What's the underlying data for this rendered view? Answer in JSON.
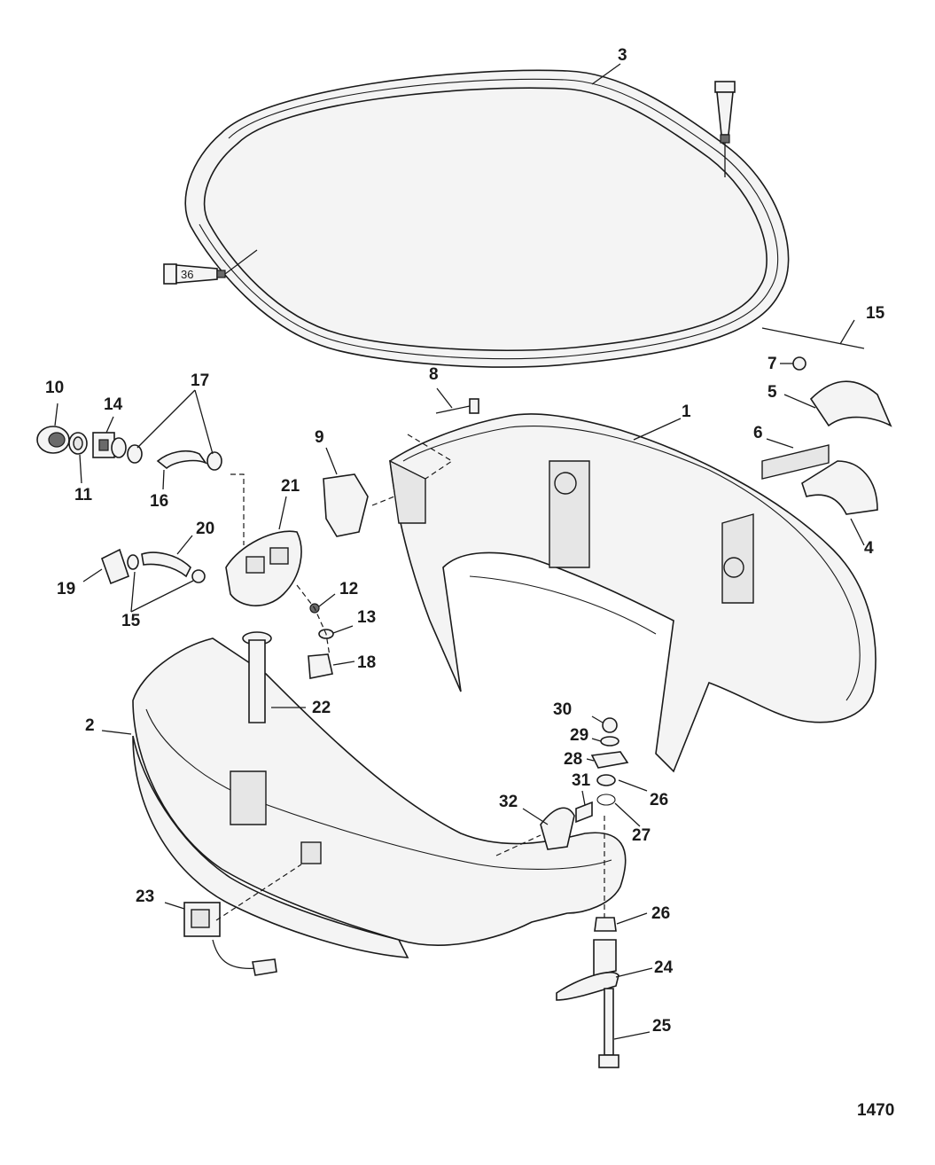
{
  "figure_number": "1470",
  "sealant_tube_label": "36",
  "callouts": [
    {
      "id": "c1",
      "text": "1"
    },
    {
      "id": "c2",
      "text": "2"
    },
    {
      "id": "c3",
      "text": "3"
    },
    {
      "id": "c4",
      "text": "4"
    },
    {
      "id": "c5",
      "text": "5"
    },
    {
      "id": "c6",
      "text": "6"
    },
    {
      "id": "c7",
      "text": "7"
    },
    {
      "id": "c8",
      "text": "8"
    },
    {
      "id": "c9",
      "text": "9"
    },
    {
      "id": "c10",
      "text": "10"
    },
    {
      "id": "c11",
      "text": "11"
    },
    {
      "id": "c12",
      "text": "12"
    },
    {
      "id": "c13",
      "text": "13"
    },
    {
      "id": "c14",
      "text": "14"
    },
    {
      "id": "c15a",
      "text": "15"
    },
    {
      "id": "c15b",
      "text": "15"
    },
    {
      "id": "c16",
      "text": "16"
    },
    {
      "id": "c17",
      "text": "17"
    },
    {
      "id": "c18",
      "text": "18"
    },
    {
      "id": "c19",
      "text": "19"
    },
    {
      "id": "c20",
      "text": "20"
    },
    {
      "id": "c21",
      "text": "21"
    },
    {
      "id": "c22",
      "text": "22"
    },
    {
      "id": "c23",
      "text": "23"
    },
    {
      "id": "c24",
      "text": "24"
    },
    {
      "id": "c25",
      "text": "25"
    },
    {
      "id": "c26a",
      "text": "26"
    },
    {
      "id": "c26b",
      "text": "26"
    },
    {
      "id": "c27",
      "text": "27"
    },
    {
      "id": "c28",
      "text": "28"
    },
    {
      "id": "c29",
      "text": "29"
    },
    {
      "id": "c30",
      "text": "30"
    },
    {
      "id": "c31",
      "text": "31"
    },
    {
      "id": "c32",
      "text": "32"
    }
  ]
}
